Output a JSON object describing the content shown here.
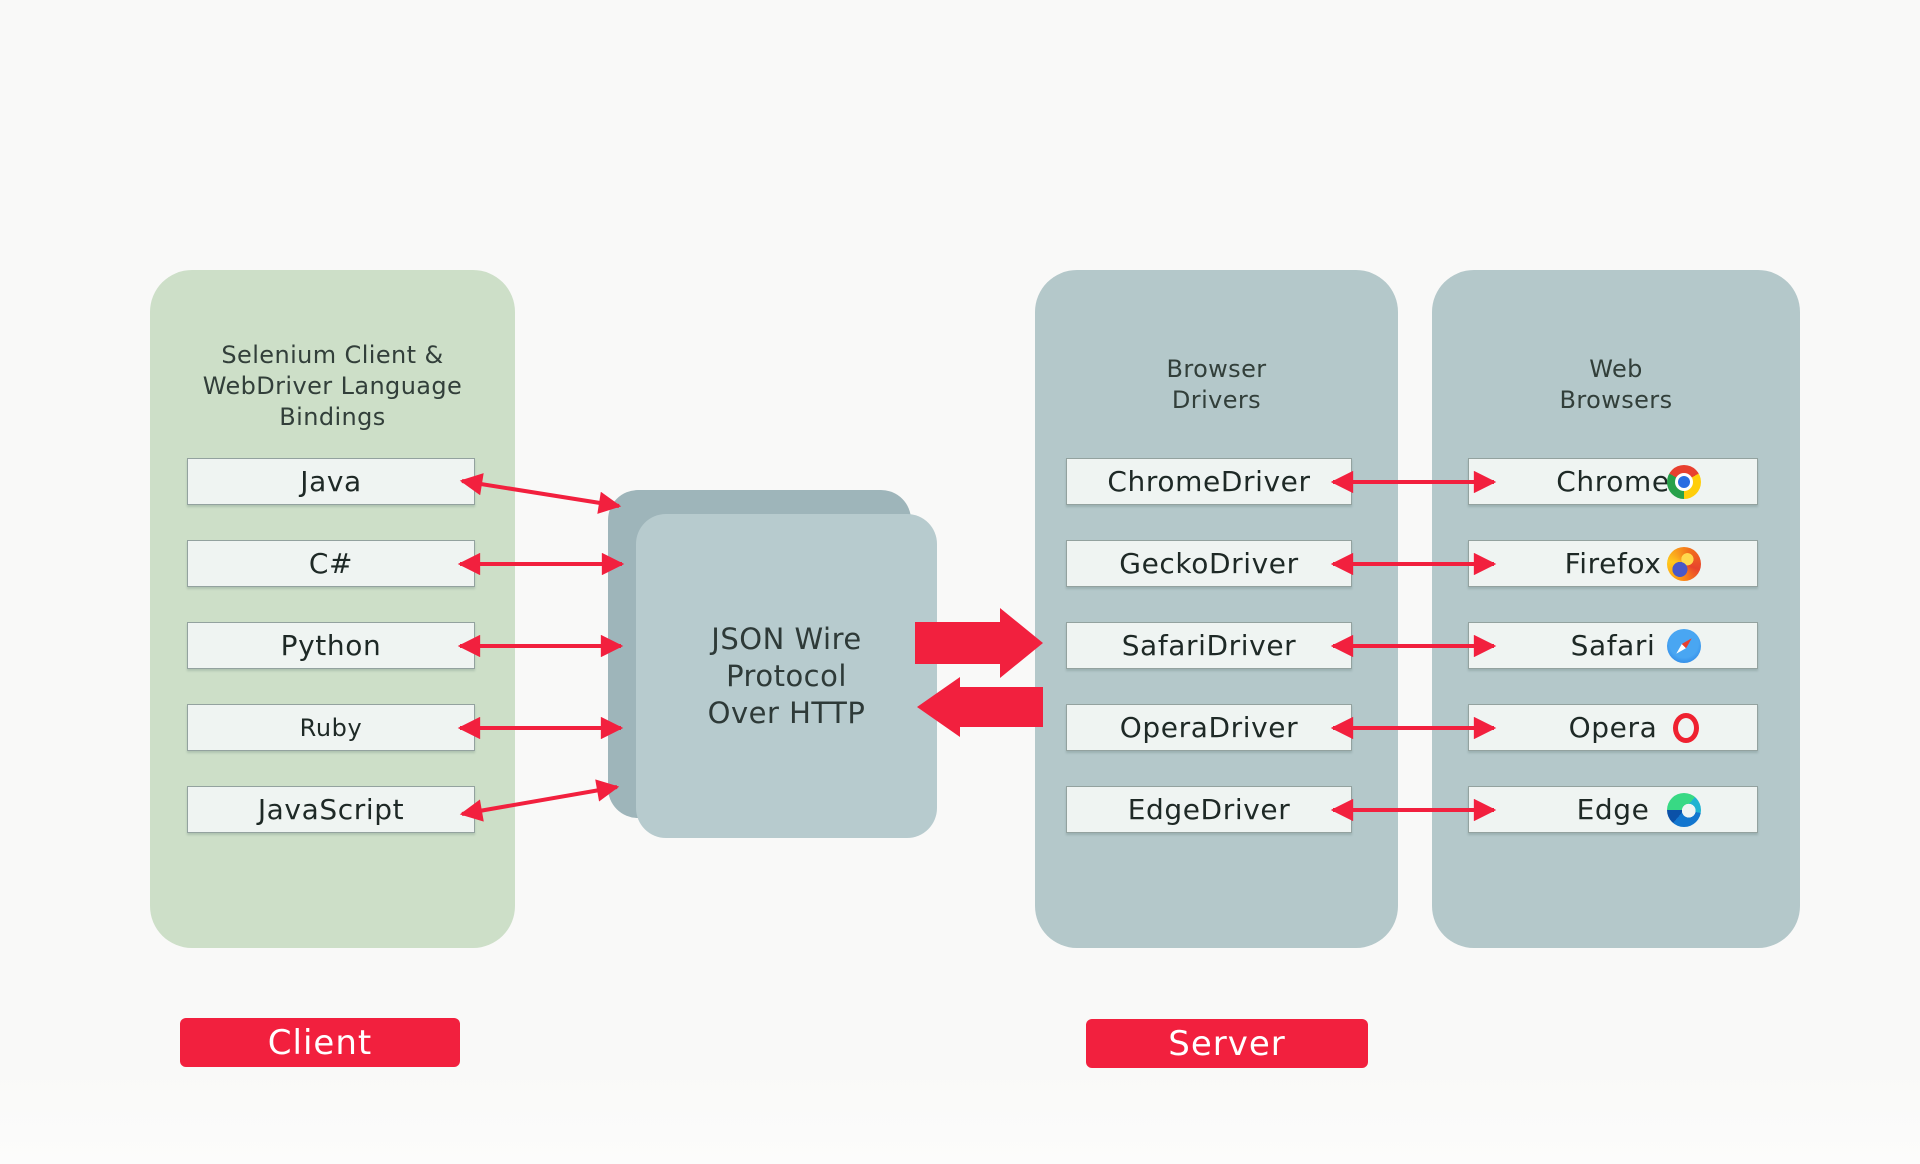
{
  "client": {
    "title_lines": [
      "Selenium Client &",
      "WebDriver Language",
      "Bindings"
    ],
    "languages": [
      "Java",
      "C#",
      "Python",
      "Ruby",
      "JavaScript"
    ],
    "badge": "Client"
  },
  "protocol": {
    "lines": [
      "JSON Wire",
      "Protocol",
      "Over HTTP"
    ]
  },
  "drivers": {
    "title_lines": [
      "Browser",
      "Drivers"
    ],
    "items": [
      "ChromeDriver",
      "GeckoDriver",
      "SafariDriver",
      "OperaDriver",
      "EdgeDriver"
    ]
  },
  "browsers": {
    "title_lines": [
      "Web",
      "Browsers"
    ],
    "items": [
      {
        "label": "Chrome",
        "icon": "chrome-icon"
      },
      {
        "label": "Firefox",
        "icon": "firefox-icon"
      },
      {
        "label": "Safari",
        "icon": "safari-icon"
      },
      {
        "label": "Opera",
        "icon": "opera-icon"
      },
      {
        "label": "Edge",
        "icon": "edge-icon"
      }
    ]
  },
  "server": {
    "badge": "Server"
  },
  "colors": {
    "accent_red": "#f2203e",
    "client_panel_green": "#cddfc8",
    "server_panel_blue_gray": "#b4c8ca",
    "protocol_front": "#b7cbce",
    "protocol_back": "#9eb5ba",
    "item_box_bg": "#eff4f2",
    "background": "#f9f9f8"
  }
}
